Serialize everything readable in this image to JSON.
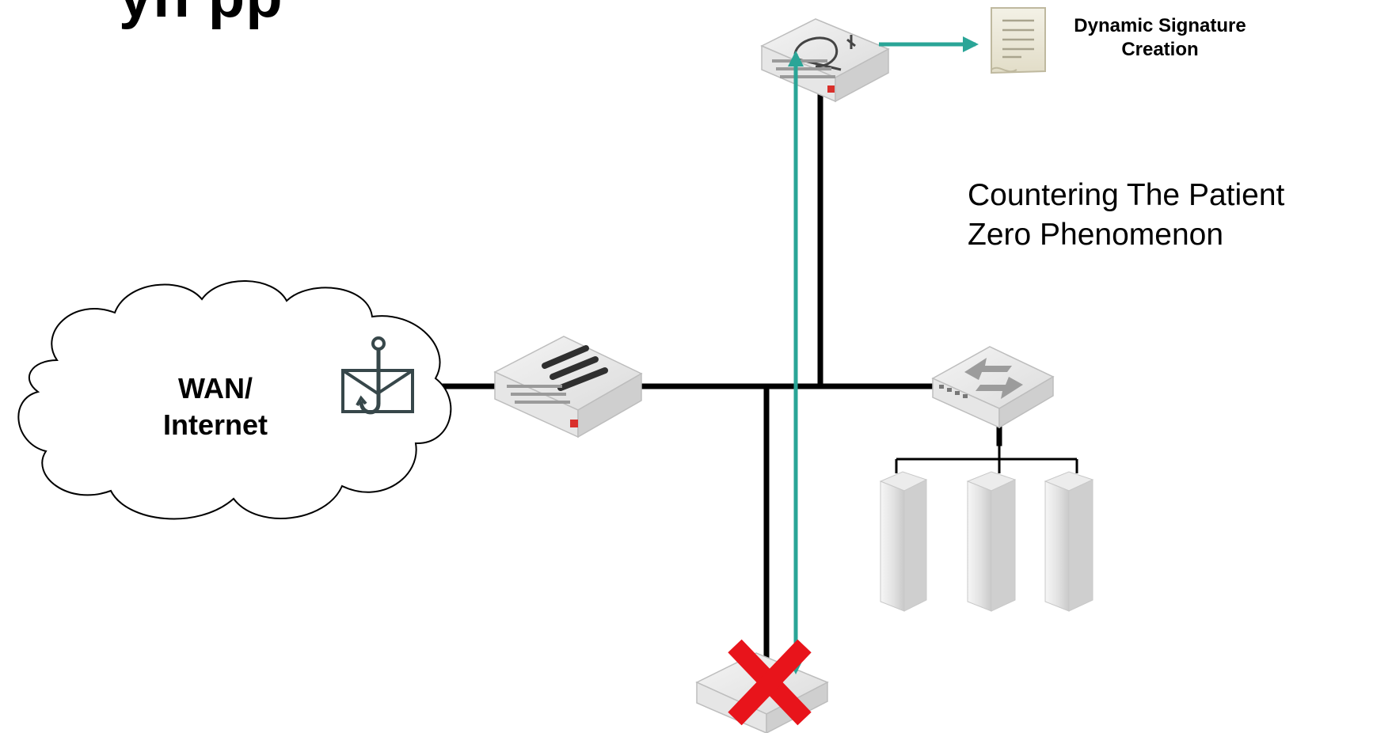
{
  "title_fragment": "yn          pp",
  "signature": {
    "line1": "Dynamic Signature",
    "line2": "Creation",
    "icon": "document-icon"
  },
  "note": {
    "line1": "Countering The Patient",
    "line2": "Zero Phenomenon"
  },
  "cloud": {
    "line1": "WAN/",
    "line2": "Internet",
    "icon": "phishing-mail-icon"
  },
  "devices": {
    "sandbox": "sandbox-appliance-icon",
    "firewall": "firewall-appliance-icon",
    "switch": "network-switch-icon",
    "servers": [
      "server-icon",
      "server-icon",
      "server-icon"
    ],
    "endpoint": "endpoint-appliance-icon",
    "blocked_mark": "red-x-icon"
  },
  "colors": {
    "flow": "#2aa597",
    "wire": "#000000",
    "blocked": "#e8141b",
    "brand_red": "#d9302b"
  }
}
